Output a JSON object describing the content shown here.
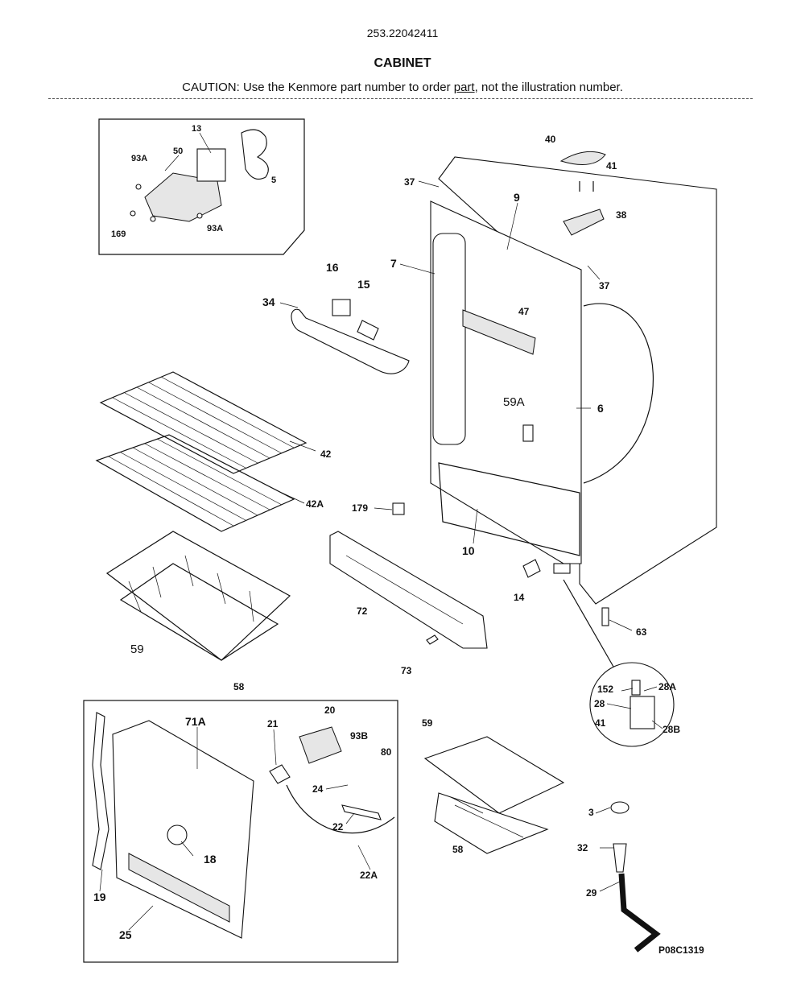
{
  "header": {
    "model_number": "253.22042411",
    "section_title": "CABINET",
    "caution_prefix": "CAUTION: Use the Kenmore part number to order ",
    "caution_link": "part",
    "caution_suffix": ", not the illustration number."
  },
  "diagram_code": "P08C1319",
  "callouts": {
    "c13": "13",
    "c50": "50",
    "c93a_top": "93A",
    "c5": "5",
    "c169": "169",
    "c93a_bot": "93A",
    "c40": "40",
    "c41_top": "41",
    "c38": "38",
    "c37_top": "37",
    "c9": "9",
    "c7": "7",
    "c37_mid": "37",
    "c16": "16",
    "c15": "15",
    "c34": "34",
    "c47": "47",
    "c59a": "59A",
    "c6": "6",
    "c42": "42",
    "c42a": "42A",
    "c179": "179",
    "c10": "10",
    "c72": "72",
    "c14": "14",
    "c63": "63",
    "c73": "73",
    "c59_basket": "59",
    "c58_top": "58",
    "c152": "152",
    "c28a": "28A",
    "c28": "28",
    "c41_bot": "41",
    "c28b": "28B",
    "c71a": "71A",
    "c21": "21",
    "c20": "20",
    "c93b": "93B",
    "c80": "80",
    "c24": "24",
    "c22": "22",
    "c22a": "22A",
    "c18": "18",
    "c19": "19",
    "c25": "25",
    "c59_right": "59",
    "c58_bot": "58",
    "c3": "3",
    "c32": "32",
    "c29": "29"
  }
}
